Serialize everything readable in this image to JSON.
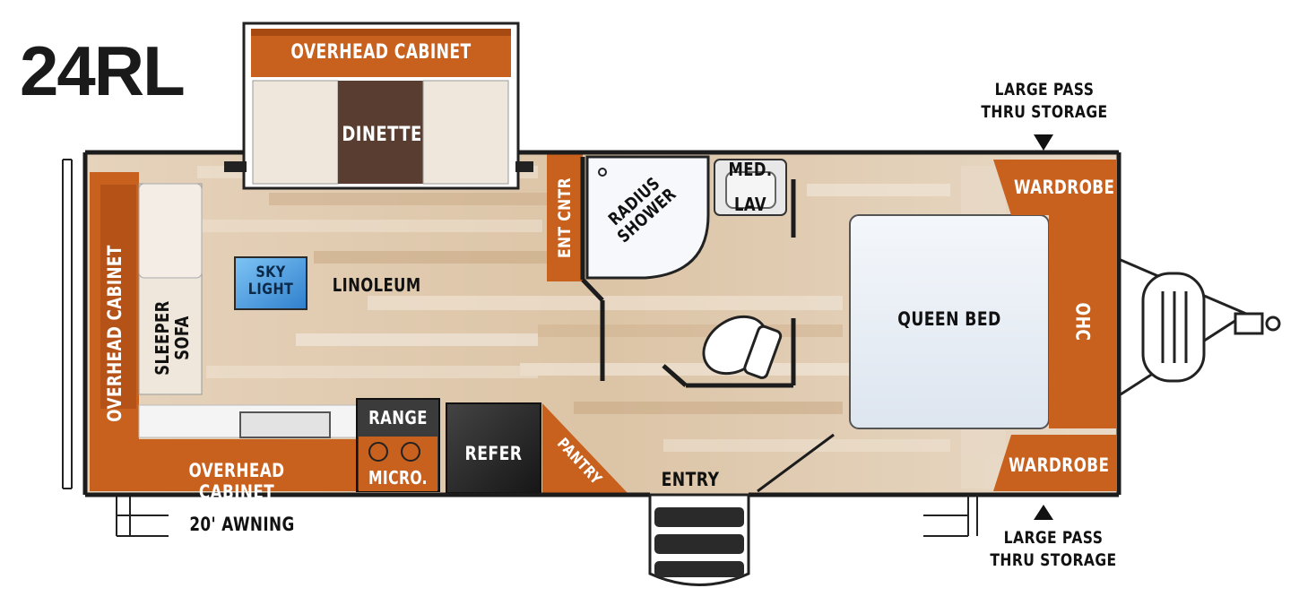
{
  "model": "24RL",
  "labels": {
    "overhead_cabinet_top": "OVERHEAD CABINET",
    "dinette": "DINETTE",
    "overhead_cabinet_left": "OVERHEAD CABINET",
    "sleeper_sofa_line1": "SLEEPER",
    "sleeper_sofa_line2": "SOFA",
    "skylight_line1": "SKY",
    "skylight_line2": "LIGHT",
    "linoleum": "LINOLEUM",
    "ent_cntr": "ENT CNTR",
    "radius_shower_line1": "RADIUS",
    "radius_shower_line2": "SHOWER",
    "med": "MED.",
    "lav": "LAV",
    "queen_bed": "QUEEN BED",
    "ohc": "OHC",
    "wardrobe_top": "WARDROBE",
    "wardrobe_bottom": "WARDROBE",
    "range": "RANGE",
    "micro": "MICRO.",
    "refer": "REFER",
    "pantry": "PANTRY",
    "overhead_cabinet_bottom": "OVERHEAD CABINET",
    "entry": "ENTRY",
    "awning": "20' AWNING",
    "storage_top_line1": "LARGE PASS",
    "storage_top_line2": "THRU STORAGE",
    "storage_bottom_line1": "LARGE PASS",
    "storage_bottom_line2": "THRU STORAGE"
  },
  "colors": {
    "cabinet": "#c8601e",
    "cabinet_dark": "#a64a12",
    "floor_light": "#e8d7c2",
    "floor_mid": "#d5b897",
    "wall": "#1c1c1c",
    "bed": "#e9eef6",
    "skylight": "#3a8fd6",
    "refer": "#2b2b2b",
    "dinette_table": "#5a3d31",
    "cushion": "#efe6dc"
  }
}
